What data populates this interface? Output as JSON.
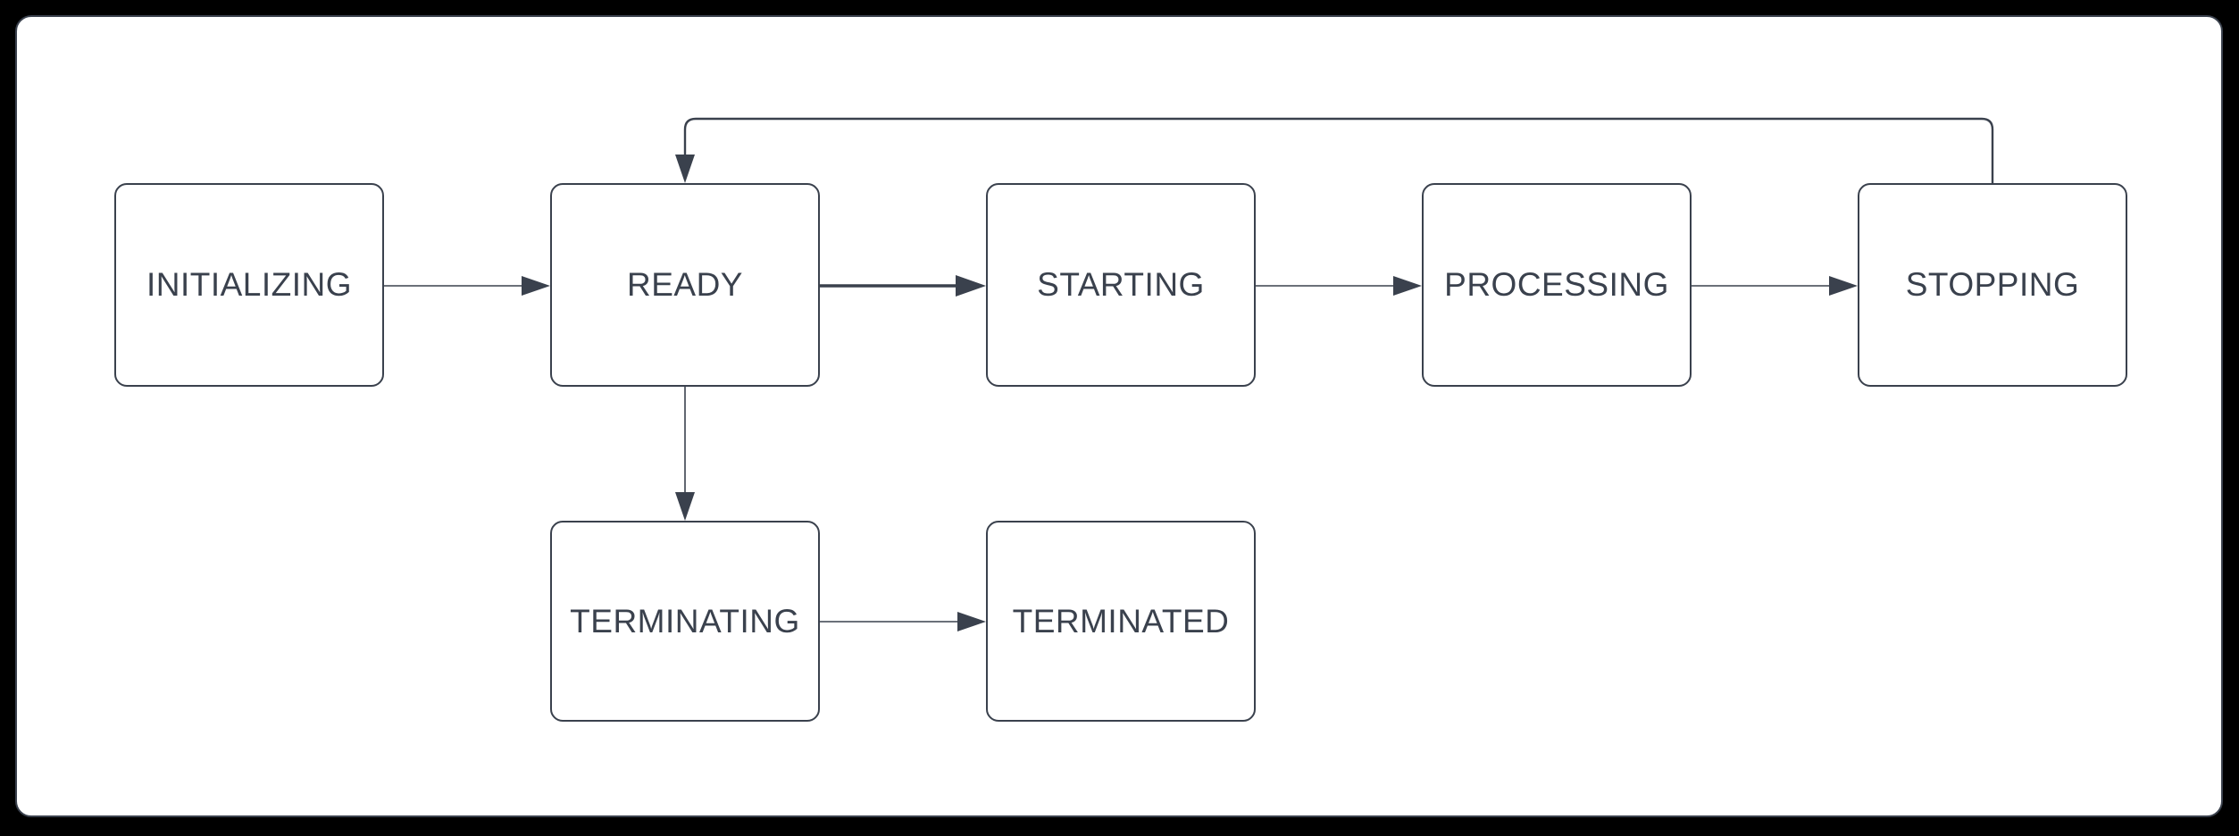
{
  "theme": {
    "frame_background": "#000000",
    "canvas_background": "#ffffff",
    "stroke_color": "#3a414d",
    "text_color": "#3a414d",
    "node_fill": "#ffffff"
  },
  "diagram": {
    "nodes": [
      {
        "id": "initializing",
        "label": "INITIALIZING"
      },
      {
        "id": "ready",
        "label": "READY"
      },
      {
        "id": "starting",
        "label": "STARTING"
      },
      {
        "id": "processing",
        "label": "PROCESSING"
      },
      {
        "id": "stopping",
        "label": "STOPPING"
      },
      {
        "id": "terminating",
        "label": "TERMINATING"
      },
      {
        "id": "terminated",
        "label": "TERMINATED"
      }
    ],
    "edges": [
      {
        "from": "initializing",
        "to": "ready"
      },
      {
        "from": "ready",
        "to": "starting",
        "emphasis": "thick"
      },
      {
        "from": "starting",
        "to": "processing"
      },
      {
        "from": "processing",
        "to": "stopping"
      },
      {
        "from": "stopping",
        "to": "ready",
        "route": "top-loop"
      },
      {
        "from": "ready",
        "to": "terminating"
      },
      {
        "from": "terminating",
        "to": "terminated"
      }
    ]
  }
}
